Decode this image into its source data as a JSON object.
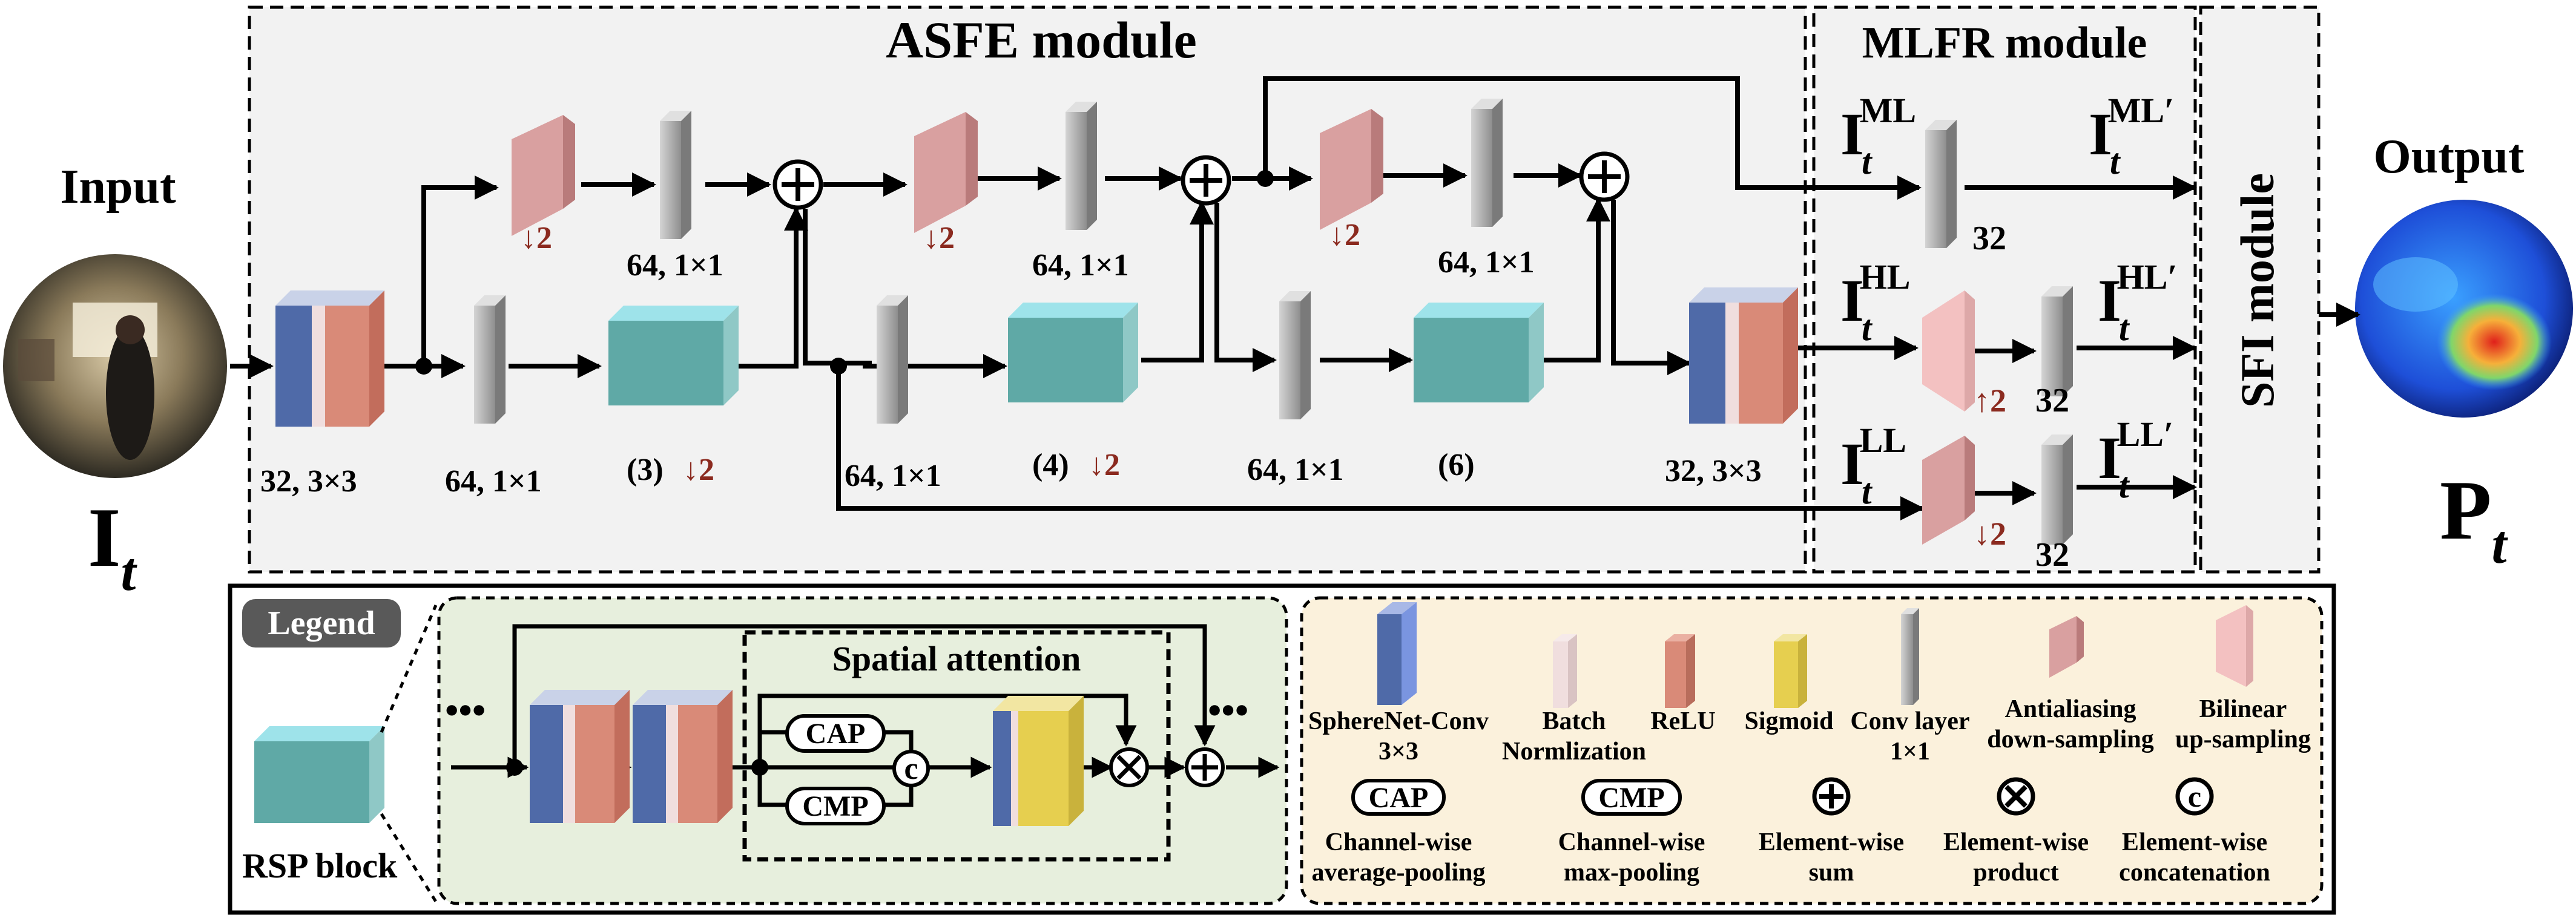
{
  "modules": {
    "asfe_title": "ASFE module",
    "mlfr_title": "MLFR module",
    "sfi_title": "SFI module"
  },
  "input": {
    "heading": "Input",
    "symbol": "I",
    "subscript": "t"
  },
  "output": {
    "heading": "Output",
    "symbol": "P",
    "subscript": "t"
  },
  "asfe_labels": {
    "rsp_in": "32, 3×3",
    "conv_a": "64, 1×1",
    "rsp3": "(3)",
    "down_a": "↓2",
    "conv_b_top": "64, 1×1",
    "down_b": "↓2",
    "conv_c": "64, 1×1",
    "rsp4": "(4)",
    "down_c": "↓2",
    "conv_d_top": "64, 1×1",
    "down_d": "↓2",
    "conv_e": "64, 1×1",
    "rsp6": "(6)",
    "down_e": "↓2",
    "conv_f_top": "64, 1×1",
    "rsp_out": "32, 3×3"
  },
  "mlfr": {
    "ml_in": {
      "base": "I",
      "sub": "t",
      "sup": "ML"
    },
    "ml_out": {
      "base": "I",
      "sub": "t",
      "sup": "ML′"
    },
    "ml_conv": "32",
    "hl_in": {
      "base": "I",
      "sub": "t",
      "sup": "HL"
    },
    "hl_out": {
      "base": "I",
      "sub": "t",
      "sup": "HL′"
    },
    "hl_up": "↑2",
    "hl_conv": "32",
    "ll_in": {
      "base": "I",
      "sub": "t",
      "sup": "LL"
    },
    "ll_out": {
      "base": "I",
      "sub": "t",
      "sup": "LL′"
    },
    "ll_down": "↓2",
    "ll_conv": "32"
  },
  "legend": {
    "badge": "Legend",
    "rsp_block_label": "RSP block",
    "spatial_attention_title": "Spatial attention",
    "cap": "CAP",
    "cmp": "CMP",
    "concat_symbol": "c",
    "dots_left": "•••",
    "dots_right": "•••",
    "items_row1": [
      {
        "icon": "spherenet-conv-icon",
        "lines": [
          "SphereNet-Conv",
          "3×3"
        ]
      },
      {
        "icon": "batch-norm-icon",
        "lines": [
          "Batch",
          "Normlization"
        ]
      },
      {
        "icon": "relu-icon",
        "lines": [
          "ReLU"
        ]
      },
      {
        "icon": "sigmoid-icon",
        "lines": [
          "Sigmoid"
        ]
      },
      {
        "icon": "conv-layer-icon",
        "lines": [
          "Conv layer",
          "1×1"
        ]
      },
      {
        "icon": "antialiasing-downsampling-icon",
        "lines": [
          "Antialiasing",
          "down-sampling"
        ]
      },
      {
        "icon": "bilinear-upsampling-icon",
        "lines": [
          "Bilinear",
          "up-sampling"
        ]
      }
    ],
    "items_row2": [
      {
        "icon": "cap-icon",
        "symbol": "CAP",
        "lines": [
          "Channel-wise",
          "average-pooling"
        ]
      },
      {
        "icon": "cmp-icon",
        "symbol": "CMP",
        "lines": [
          "Channel-wise",
          "max-pooling"
        ]
      },
      {
        "icon": "element-wise-sum-icon",
        "lines": [
          "Element-wise",
          "sum"
        ]
      },
      {
        "icon": "element-wise-product-icon",
        "lines": [
          "Element-wise",
          "product"
        ]
      },
      {
        "icon": "element-wise-concat-icon",
        "lines": [
          "Element-wise",
          "concatenation"
        ]
      }
    ]
  },
  "colors": {
    "conv_gray": "#9e9e9e",
    "spherenet_blue": "#4f6aa8",
    "batchnorm_pink": "#f0dede",
    "relu_salmon": "#d98a78",
    "sigmoid_yellow": "#e6cf4f",
    "rsp_teal": "#5fa9a6",
    "down_pink": "#d9a0a0",
    "up_pink": "#f3c1c1",
    "arrow_red": "#8b2a1f",
    "module_bg": "#f2f2f2",
    "legend_green": "#e7efdd",
    "legend_cream": "#fbf1dc",
    "badge_gray": "#595959"
  }
}
